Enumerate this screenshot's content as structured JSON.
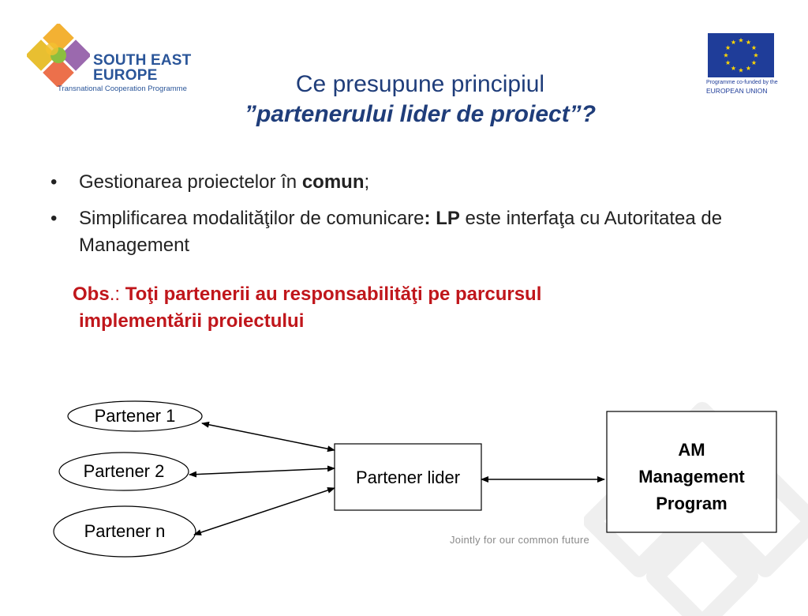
{
  "logo": {
    "line1": "SOUTH EAST",
    "line2": "EUROPE",
    "subtitle": "Transnational Cooperation Programme"
  },
  "eu_badge": {
    "line1": "Programme co-funded by the",
    "line2": "EUROPEAN UNION"
  },
  "title": {
    "line1": "Ce presupune principiul",
    "line2": "”partenerului lider de proiect”?"
  },
  "bullets": [
    {
      "text": "Gestionarea proiectelor în ",
      "bold": "comun",
      "after": ";"
    },
    {
      "text": "Simplificarea modalităţilor de comunicare",
      "bold_colon": ": ",
      "bold": "LP",
      "after": " este interfaţa cu Autoritatea de Management"
    }
  ],
  "obs": {
    "label": "Obs",
    "punct": ".: ",
    "line1": "Toţi partenerii au responsabilităţi pe parcursul",
    "line2": "implementării proiectului"
  },
  "diagram": {
    "partner1": "Partener 1",
    "partner2": "Partener 2",
    "partnern": "Partener n",
    "lead": "Partener lider",
    "am": [
      "AM",
      "Management",
      "Program"
    ]
  },
  "tagline": "Jointly for our common future",
  "colors": {
    "title": "#1f3d7a",
    "obs": "#c0161b",
    "logo_blue": "#2a5599",
    "eu_blue": "#1f3d99",
    "eu_star": "#ffd600"
  }
}
